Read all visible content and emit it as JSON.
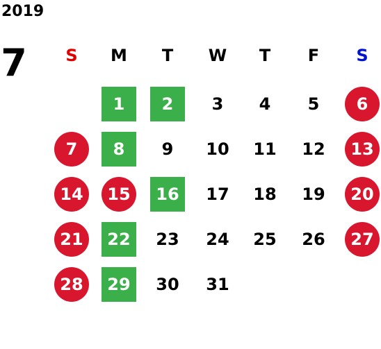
{
  "calendar": {
    "year": "2019",
    "month": "7",
    "weekday_headers": [
      {
        "label": "S",
        "color": "#e00000"
      },
      {
        "label": "M",
        "color": "#000000"
      },
      {
        "label": "T",
        "color": "#000000"
      },
      {
        "label": "W",
        "color": "#000000"
      },
      {
        "label": "T",
        "color": "#000000"
      },
      {
        "label": "F",
        "color": "#000000"
      },
      {
        "label": "S",
        "color": "#0014d0"
      }
    ],
    "colors": {
      "holiday_circle": "#d8162e",
      "highlight_square": "#3bb04a"
    },
    "weeks": [
      [
        {
          "day": "",
          "style": "none"
        },
        {
          "day": "1",
          "style": "square"
        },
        {
          "day": "2",
          "style": "square"
        },
        {
          "day": "3",
          "style": "none"
        },
        {
          "day": "4",
          "style": "none"
        },
        {
          "day": "5",
          "style": "none"
        },
        {
          "day": "6",
          "style": "circle"
        }
      ],
      [
        {
          "day": "7",
          "style": "circle"
        },
        {
          "day": "8",
          "style": "square"
        },
        {
          "day": "9",
          "style": "none"
        },
        {
          "day": "10",
          "style": "none"
        },
        {
          "day": "11",
          "style": "none"
        },
        {
          "day": "12",
          "style": "none"
        },
        {
          "day": "13",
          "style": "circle"
        }
      ],
      [
        {
          "day": "14",
          "style": "circle"
        },
        {
          "day": "15",
          "style": "circle"
        },
        {
          "day": "16",
          "style": "square"
        },
        {
          "day": "17",
          "style": "none"
        },
        {
          "day": "18",
          "style": "none"
        },
        {
          "day": "19",
          "style": "none"
        },
        {
          "day": "20",
          "style": "circle"
        }
      ],
      [
        {
          "day": "21",
          "style": "circle"
        },
        {
          "day": "22",
          "style": "square"
        },
        {
          "day": "23",
          "style": "none"
        },
        {
          "day": "24",
          "style": "none"
        },
        {
          "day": "25",
          "style": "none"
        },
        {
          "day": "26",
          "style": "none"
        },
        {
          "day": "27",
          "style": "circle"
        }
      ],
      [
        {
          "day": "28",
          "style": "circle"
        },
        {
          "day": "29",
          "style": "square"
        },
        {
          "day": "30",
          "style": "none"
        },
        {
          "day": "31",
          "style": "none"
        },
        {
          "day": "",
          "style": "none"
        },
        {
          "day": "",
          "style": "none"
        },
        {
          "day": "",
          "style": "none"
        }
      ]
    ]
  }
}
